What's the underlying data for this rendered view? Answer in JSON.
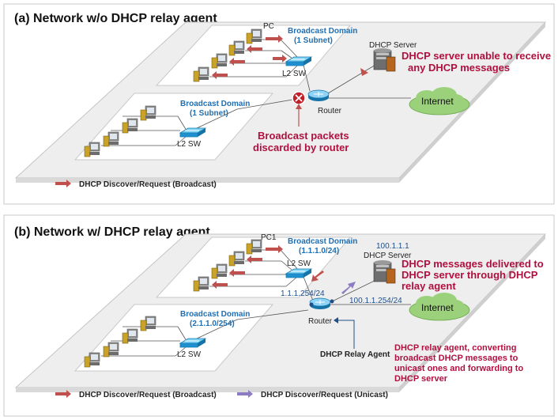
{
  "panel_a": {
    "title": "(a) Network w/o DHCP relay agent",
    "pc_label": "PC",
    "domain_top_line1": "Broadcast Domain",
    "domain_top_line2": "(1 Subnet)",
    "domain_bottom_line1": "Broadcast Domain",
    "domain_bottom_line2": "(1 Subnet)",
    "switch_top": "L2 SW",
    "switch_bottom": "L2 SW",
    "router": "Router",
    "dhcp_server": "DHCP Server",
    "internet": "Internet",
    "note_server_line1": "DHCP server unable to receive",
    "note_server_line2": "any DHCP messages",
    "note_router_line1": "Broadcast packets",
    "note_router_line2": "discarded by router",
    "legend_broadcast": "DHCP Discover/Request (Broadcast)"
  },
  "panel_b": {
    "title": "(b) Network w/ DHCP relay agent",
    "pc_label": "PC1",
    "domain_top_line1": "Broadcast Domain",
    "domain_top_line2": "(1.1.1.0/24)",
    "domain_bottom_line1": "Broadcast Domain",
    "domain_bottom_line2": "(2.1.1.0/254)",
    "switch_top": "L2 SW",
    "switch_bottom": "L2 SW",
    "router": "Router",
    "router_ip_left": "1.1.1.254/24",
    "router_ip_right": "100.1.1.254/24",
    "server_ip": "100.1.1.1",
    "dhcp_server": "DHCP Server",
    "internet": "Internet",
    "note_server_line1": "DHCP messages delivered to",
    "note_server_line2": "DHCP server through DHCP",
    "note_server_line3": "relay agent",
    "relay_agent_label": "DHCP Relay Agent",
    "note_relay_line1": "DHCP relay agent, converting",
    "note_relay_line2": "broadcast DHCP messages to",
    "note_relay_line3": "unicast ones and forwarding to",
    "note_relay_line4": "DHCP server",
    "legend_broadcast": "DHCP Discover/Request (Broadcast)",
    "legend_unicast": "DHCP Discover/Request (Unicast)"
  },
  "colors": {
    "broadcast_arrow": "#c0504d",
    "unicast_arrow": "#8e7cc3",
    "domain_text": "#1f6fb2",
    "note_text": "#b01040",
    "platform": "#eeeeee",
    "internet_cloud": "#9ad17a"
  }
}
